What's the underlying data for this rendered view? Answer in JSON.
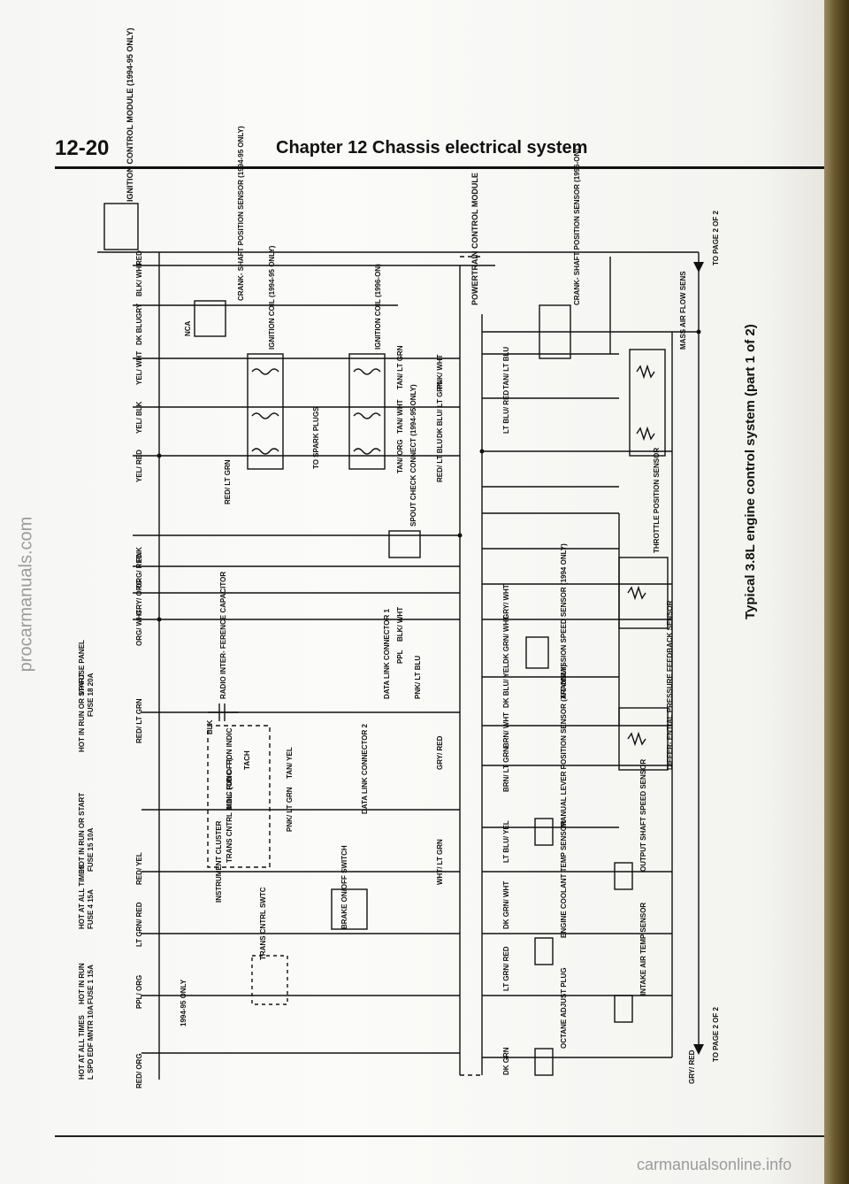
{
  "header": {
    "page_number": "12-20",
    "chapter_title": "Chapter 12  Chassis electrical system"
  },
  "caption": "Typical 3.8L engine control system (part 1 of 2)",
  "watermarks": {
    "left": "procarmanuals.com",
    "bottom": "carmanualsonline.info"
  },
  "components": {
    "icm": "IGNITION CONTROL MODULE (1994-95 ONLY)",
    "ckp_top": "CRANK- SHAFT POSITION SENSOR (1994-95 ONLY)",
    "coil_top": "IGNITION COIL (1994-95 ONLY)",
    "coil_bottom": "IGNITION COIL (1996-ON)",
    "spark": "TO SPARK PLUGS",
    "pcm": "POWERTRAIN CONTROL MODULE",
    "ckp_bottom": "CRANK- SHAFT POSITION SENSOR (1996-ON)",
    "maf": "MASS AIR FLOW SENS",
    "spout": "SPOUT CHECK CONNECT (1994-95 ONLY)",
    "tps": "THROTTLE POSITION SENSOR",
    "dlc1": "DATA LINK CONNECTOR 1",
    "dlc2": "DATA LINK CONNECTOR 2",
    "vss": "TRANSMISSION SPEED SENSOR (1994 ONLY)",
    "dpfe": "DIFFER- ENTIAL PRESSURE FEEDBACK SENSOR",
    "radio_cap": "RADIO INTER- FERENCE CAPACITOR",
    "cluster": "INSTRUMENT CLUSTER",
    "tach": "TACH",
    "mil": "MAL- FUNC- TION INDIC",
    "tcil": "TRANS CNTRL INDIC (OD OFF)",
    "brake": "BRAKE ON/OFF SWITCH",
    "tcs": "TRANS CNTRL SWTC",
    "mlp": "MANUAL LEVER POSITION SENSOR (A/T ONLY)",
    "oss": "OUTPUT SHAFT SPEED SENSOR",
    "ect": "ENGINE COOLANT TEMP SENSOR",
    "iat": "INTAKE AIR TEMP SENSOR",
    "octane": "OCTANE ADJUST PLUG",
    "to_page_top": "TO PAGE 2 OF 2",
    "to_page_bottom": "TO PAGE 2 OF 2",
    "years": "1994-95 ONLY"
  },
  "fuses": [
    {
      "text": "HOT AT ALL TIMES",
      "fuse": "L SPD EDF MNTR 10A"
    },
    {
      "text": "HOT IN RUN",
      "fuse": "FUSE 1 15A"
    },
    {
      "text": "HOT AT ALL TIMES",
      "fuse": "FUSE 4 15A"
    },
    {
      "text": "HOT IN RUN OR START",
      "fuse": "FUSE 15 10A"
    },
    {
      "text": "HOT IN RUN OR START",
      "fuse": "FUSE 18 20A"
    },
    {
      "text": "I/P FUSE PANEL",
      "fuse": ""
    }
  ],
  "wire_labels": {
    "red": "RED",
    "blk_wht": "BLK/ WHT",
    "gry": "GRY",
    "dk_blu": "DK BLU",
    "nca": "NCA",
    "yel_wht": "YEL/ WHT",
    "yel_blk": "YEL/ BLK",
    "yel_red": "YEL/ RED",
    "red_lt_grn": "RED/ LT GRN",
    "pnk": "PNK",
    "org_red": "ORG/ RED",
    "gry_org": "GRY/ ORG",
    "org_wht": "ORG/ WHT",
    "tan_lt_grn": "TAN/ LT GRN",
    "tan_wht": "TAN/ WHT",
    "tan_org": "TAN/ ORG",
    "pnk_wht": "PNK/ WHT",
    "dk_blu_lt_grn": "DK BLU/ LT GRN",
    "red_lt_blu": "RED/ LT BLU",
    "red_org": "RED/ ORG",
    "ppl_org": "PPL/ ORG",
    "lt_grn_red": "LT GRN/ RED",
    "red_yel": "RED/ YEL",
    "lt_grn": "LT GRN",
    "red_lt_grn2": "RED/ LT GRN",
    "pnk_lt_grn": "PNK/ LT GRN",
    "tan_yel": "TAN/ YEL",
    "wht_lt_grn": "WHT/ LT GRN",
    "gry_red": "GRY/ RED",
    "pnk_lt_blu": "PNK/ LT BLU",
    "ppl": "PPL",
    "blk_wht2": "BLK/ WHT",
    "blk": "BLK",
    "tan_lt_blu": "TAN/ LT BLU",
    "lt_blu_red": "LT BLU/ RED",
    "gry_wht": "GRY/ WHT",
    "dk_grn_wht": "DK GRN/ WHT",
    "dk_blu_yel": "DK BLU/ YEL",
    "brn_wht": "BRN/ WHT",
    "brn_lt_grn": "BRN/ LT GRN",
    "lt_blu_yel": "LT BLU/ YEL",
    "dk_grn_wht2": "DK GRN/ WHT",
    "lt_grn_red2": "LT GRN/ RED",
    "dk_grn": "DK GRN",
    "gry_red2": "GRY/ RED"
  }
}
